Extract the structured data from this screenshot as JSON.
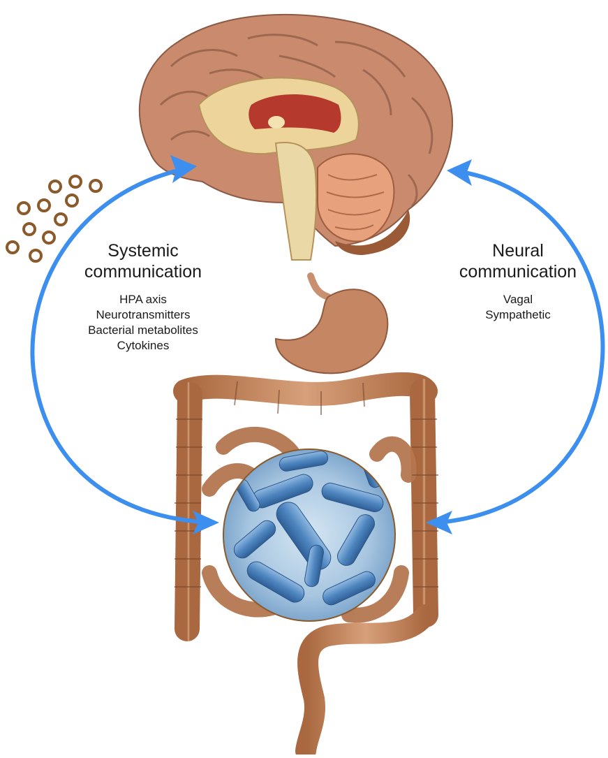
{
  "systemic": {
    "title_line1": "Systemic",
    "title_line2": "communication",
    "items": [
      "HPA axis",
      "Neurotransmitters",
      "Bacterial metabolites",
      "Cytokines"
    ]
  },
  "neural": {
    "title_line1": "Neural",
    "title_line2": "communication",
    "items": [
      "Vagal",
      "Sympathetic"
    ]
  },
  "colors": {
    "arrow": "#3d8fef",
    "brain": "#c98a6e",
    "gut": "#b87a55",
    "bacteria": "#4f86c0",
    "particles": "#8a5a2b"
  },
  "icons": [
    "brain-illustration",
    "gut-illustration",
    "bacteria-magnifier",
    "particle-cluster"
  ]
}
